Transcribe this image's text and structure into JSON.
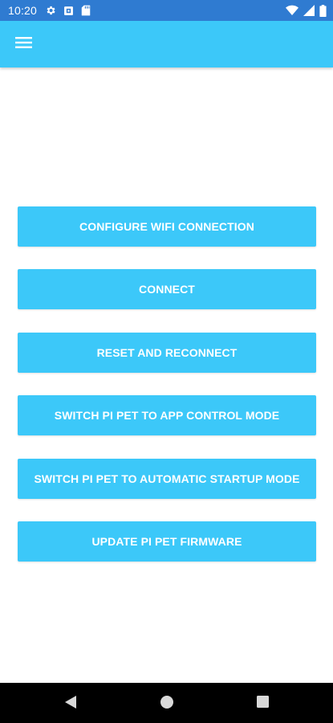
{
  "status_bar": {
    "time": "10:20",
    "left_icons": [
      "gear-icon",
      "photo-notification-icon",
      "sd-card-icon"
    ],
    "right_icons": [
      "wifi-icon",
      "signal-icon",
      "battery-icon"
    ]
  },
  "app_bar": {
    "menu_icon": "hamburger-menu-icon"
  },
  "actions": [
    {
      "id": "configure-wifi",
      "label": "CONFIGURE WIFI CONNECTION"
    },
    {
      "id": "connect",
      "label": "CONNECT"
    },
    {
      "id": "reset-reconnect",
      "label": "RESET AND RECONNECT"
    },
    {
      "id": "app-control-mode",
      "label": "SWITCH PI PET TO APP CONTROL MODE"
    },
    {
      "id": "automatic-startup-mode",
      "label": "SWITCH PI PET TO AUTOMATIC STARTUP MODE"
    },
    {
      "id": "update-firmware",
      "label": "UPDATE PI PET FIRMWARE"
    }
  ],
  "nav_bar": {
    "icons": [
      "back-icon",
      "home-icon",
      "recents-icon"
    ]
  },
  "colors": {
    "status_bar": "#2f7bd1",
    "accent": "#3cc8f9",
    "button_text": "#ffffff",
    "nav_bar": "#000000"
  }
}
